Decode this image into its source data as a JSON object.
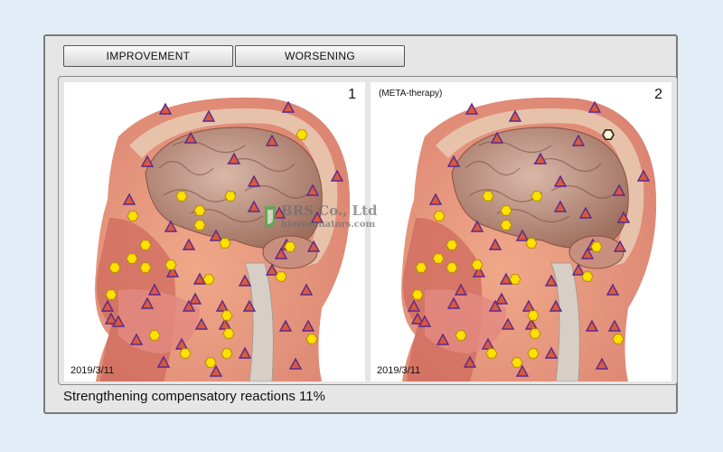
{
  "tabs": [
    {
      "label": "IMPROVEMENT"
    },
    {
      "label": "WORSENING"
    }
  ],
  "panels": [
    {
      "number": "1",
      "label": "",
      "date": "2019/3/11"
    },
    {
      "number": "2",
      "label": "(META-therapy)",
      "date": "2019/3/11"
    }
  ],
  "status": {
    "text": "Strengthening compensatory reactions 11%"
  },
  "watermark": {
    "brand": "BRS Co., Ltd",
    "subtitle": "bioresonators.com"
  },
  "colors": {
    "triangle_fill": "#d85a3a",
    "triangle_stroke": "#5b2a8e",
    "hexagon_fill": "#ffe000",
    "hexagon_stroke": "#b38f00",
    "highlight_hexagon_fill": "#fffbd0"
  }
}
